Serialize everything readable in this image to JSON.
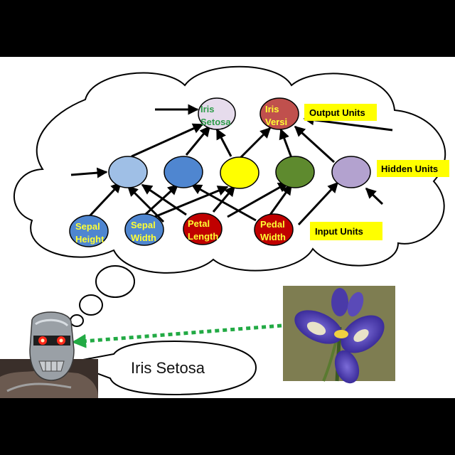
{
  "labels": {
    "output_units": "Output Units",
    "hidden_units": "Hidden Units",
    "input_units": "Input Units",
    "speech": "Iris Setosa"
  },
  "output_nodes": [
    {
      "line1": "Iris",
      "line2": "Setosa",
      "fill": "#e6dcec",
      "text_color": "#2e9c4a"
    },
    {
      "line1": "Iris",
      "line2": "Versi",
      "fill": "#c0504d",
      "text_color": "#ffff33"
    }
  ],
  "hidden_nodes": [
    {
      "fill": "#9fbfe6"
    },
    {
      "fill": "#4f86d0"
    },
    {
      "fill": "#ffff00"
    },
    {
      "fill": "#5e8a2e"
    },
    {
      "fill": "#b3a2cf"
    }
  ],
  "input_nodes": [
    {
      "line1": "Sepal",
      "line2": "Height",
      "fill": "#4f86d0",
      "text_color": "#ffff33"
    },
    {
      "line1": "Sepal",
      "line2": "Width",
      "fill": "#4f86d0",
      "text_color": "#ffff33"
    },
    {
      "line1": "Petal",
      "line2": "Length",
      "fill": "#c00000",
      "text_color": "#ffff33"
    },
    {
      "line1": "Pedal",
      "line2": "Width",
      "fill": "#c00000",
      "text_color": "#ffff33"
    }
  ],
  "colors": {
    "tag_background": "#ffff00",
    "dotted_arrow": "#22aa44",
    "background": "#ffffff",
    "letterbox": "#000000"
  },
  "icons": {
    "robot": "terminator-robot-head-icon",
    "flower": "iris-flower-photo"
  }
}
